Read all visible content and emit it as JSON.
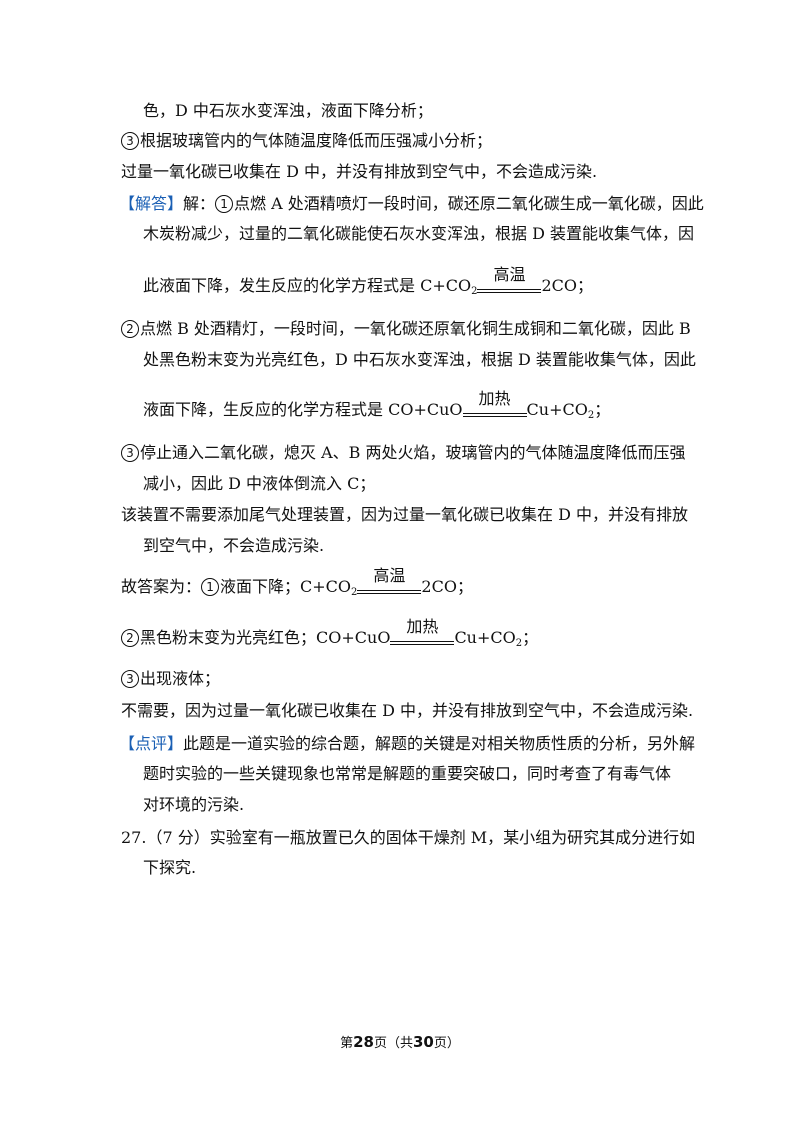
{
  "lines": {
    "l1": "色，D 中石灰水变浑浊，液面下降分析；",
    "l2_n": "3",
    "l2": "根据玻璃管内的气体随温度降低而压强减小分析；",
    "l3": "过量一氧化碳已收集在 D 中，并没有排放到空气中，不会造成污染.",
    "l4_tag": "【解答】",
    "l4_a": "解：",
    "l4_n": "1",
    "l4_b": "点燃 A 处酒精喷灯一段时间，碳还原二氧化碳生成一氧化碳，因此",
    "l5": "木炭粉减少，过量的二氧化碳能使石灰水变浑浊，根据 D 装置能收集气体，因",
    "l6_a": "此液面下降，发生反应的化学方程式是 C+CO",
    "l6_sub": "2",
    "l6_cond": "高温",
    "l6_b": "2CO；",
    "l7_n": "2",
    "l7": "点燃 B 处酒精灯，一段时间，一氧化碳还原氧化铜生成铜和二氧化碳，因此 B",
    "l8": "处黑色粉末变为光亮红色，D 中石灰水变浑浊，根据 D 装置能收集气体，因此",
    "l9_a": "液面下降，生反应的化学方程式是 CO+CuO",
    "l9_cond": "加热",
    "l9_b": "Cu+CO",
    "l9_sub": "2",
    "l9_c": "；",
    "l10_n": "3",
    "l10": "停止通入二氧化碳，熄灭 A、B 两处火焰，玻璃管内的气体随温度降低而压强",
    "l11": "减小，因此 D 中液体倒流入 C；",
    "l12": "该装置不需要添加尾气处理装置，因为过量一氧化碳已收集在 D 中，并没有排放",
    "l13": "到空气中，不会造成污染.",
    "l14_a": "故答案为：",
    "l14_n": "1",
    "l14_b": "液面下降；C+CO",
    "l14_sub": "2",
    "l14_cond": "高温",
    "l14_c": "2CO；",
    "l15_n": "2",
    "l15_a": "黑色粉末变为光亮红色；CO+CuO",
    "l15_cond": "加热",
    "l15_b": "Cu+CO",
    "l15_sub": "2",
    "l15_c": "；",
    "l16_n": "3",
    "l16": "出现液体；",
    "l17": "不需要，因为过量一氧化碳已收集在 D 中，并没有排放到空气中，不会造成污染.",
    "l18_tag": "【点评】",
    "l18": "此题是一道实验的综合题，解题的关键是对相关物质性质的分析，另外解",
    "l19": "题时实验的一些关键现象也常常是解题的重要突破口，同时考查了有毒气体",
    "l20": "对环境的污染.",
    "l21": "27.（7 分）实验室有一瓶放置已久的固体干燥剂 M，某小组为研究其成分进行如",
    "l22": "下探究."
  },
  "footer": {
    "pre": "第",
    "page": "28",
    "mid": "页（共",
    "total": "30",
    "post": "页）"
  },
  "colors": {
    "tag": "#1a5fb4",
    "text": "#111111"
  }
}
